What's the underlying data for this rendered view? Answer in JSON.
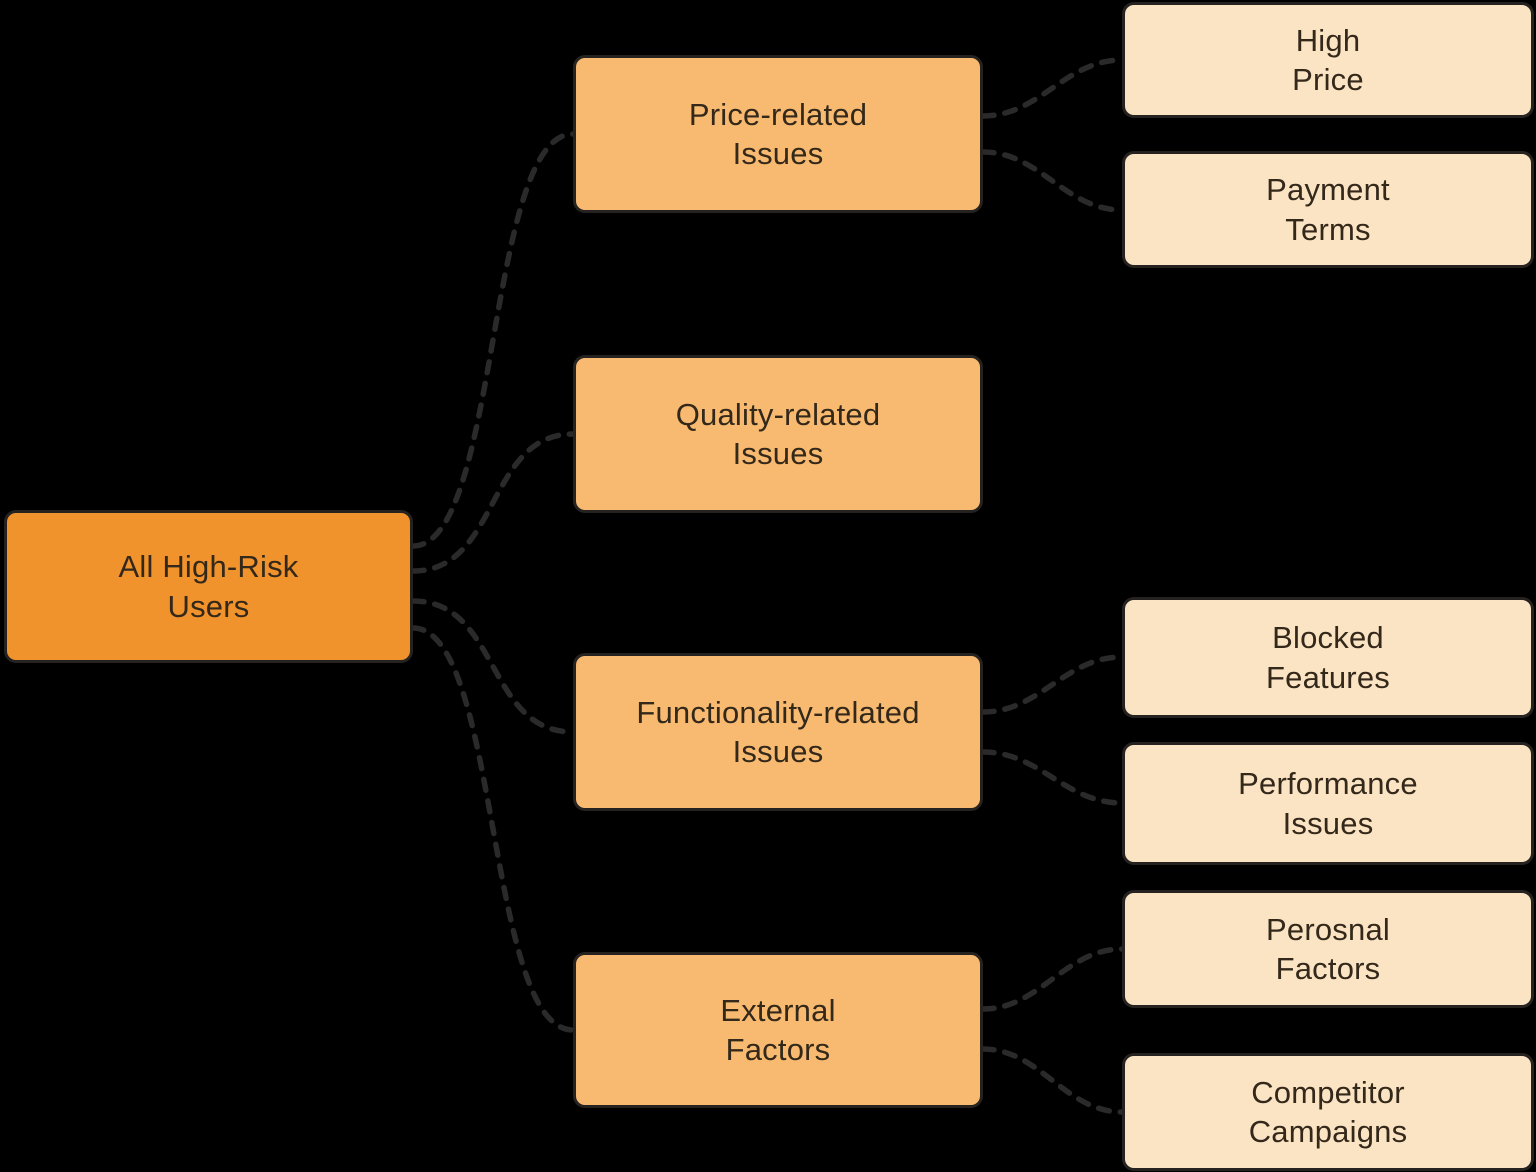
{
  "diagram": {
    "background": "#000000",
    "colors": {
      "root_fill": "#F1932C",
      "branch_fill": "#F7BA70",
      "leaf_fill": "#FBE4C4",
      "node_border": "#252220",
      "connector": "#2A2A2A",
      "node_text": "#33281A"
    },
    "nodes": {
      "root": {
        "id": "all-high-risk-users",
        "label": "All High-Risk Users",
        "line1": "All High-Risk",
        "line2": "Users"
      },
      "branches": [
        {
          "id": "price-related-issues",
          "label": "Price-related Issues",
          "line1": "Price-related",
          "line2": "Issues"
        },
        {
          "id": "quality-related-issues",
          "label": "Quality-related Issues",
          "line1": "Quality-related",
          "line2": "Issues"
        },
        {
          "id": "functionality-related-issues",
          "label": "Functionality-related Issues",
          "line1": "Functionality-related",
          "line2": "Issues"
        },
        {
          "id": "external-factors",
          "label": "External Factors",
          "line1": "External",
          "line2": "Factors"
        }
      ],
      "leaves": [
        {
          "id": "high-price",
          "label": "High Price",
          "line1": "High",
          "line2": "Price"
        },
        {
          "id": "payment-terms",
          "label": "Payment Terms",
          "line1": "Payment",
          "line2": "Terms"
        },
        {
          "id": "blocked-features",
          "label": "Blocked Features",
          "line1": "Blocked",
          "line2": "Features"
        },
        {
          "id": "performance-issues",
          "label": "Performance Issues",
          "line1": "Performance",
          "line2": "Issues"
        },
        {
          "id": "perosnal-factors",
          "label": "Perosnal Factors",
          "line1": "Perosnal",
          "line2": "Factors"
        },
        {
          "id": "competitor-campaigns",
          "label": "Competitor Campaigns",
          "line1": "Competitor",
          "line2": "Campaigns"
        }
      ]
    },
    "edges": [
      {
        "from": "all-high-risk-users",
        "to": "price-related-issues"
      },
      {
        "from": "all-high-risk-users",
        "to": "quality-related-issues"
      },
      {
        "from": "all-high-risk-users",
        "to": "functionality-related-issues"
      },
      {
        "from": "all-high-risk-users",
        "to": "external-factors"
      },
      {
        "from": "price-related-issues",
        "to": "high-price"
      },
      {
        "from": "price-related-issues",
        "to": "payment-terms"
      },
      {
        "from": "functionality-related-issues",
        "to": "blocked-features"
      },
      {
        "from": "functionality-related-issues",
        "to": "performance-issues"
      },
      {
        "from": "external-factors",
        "to": "perosnal-factors"
      },
      {
        "from": "external-factors",
        "to": "competitor-campaigns"
      }
    ]
  }
}
